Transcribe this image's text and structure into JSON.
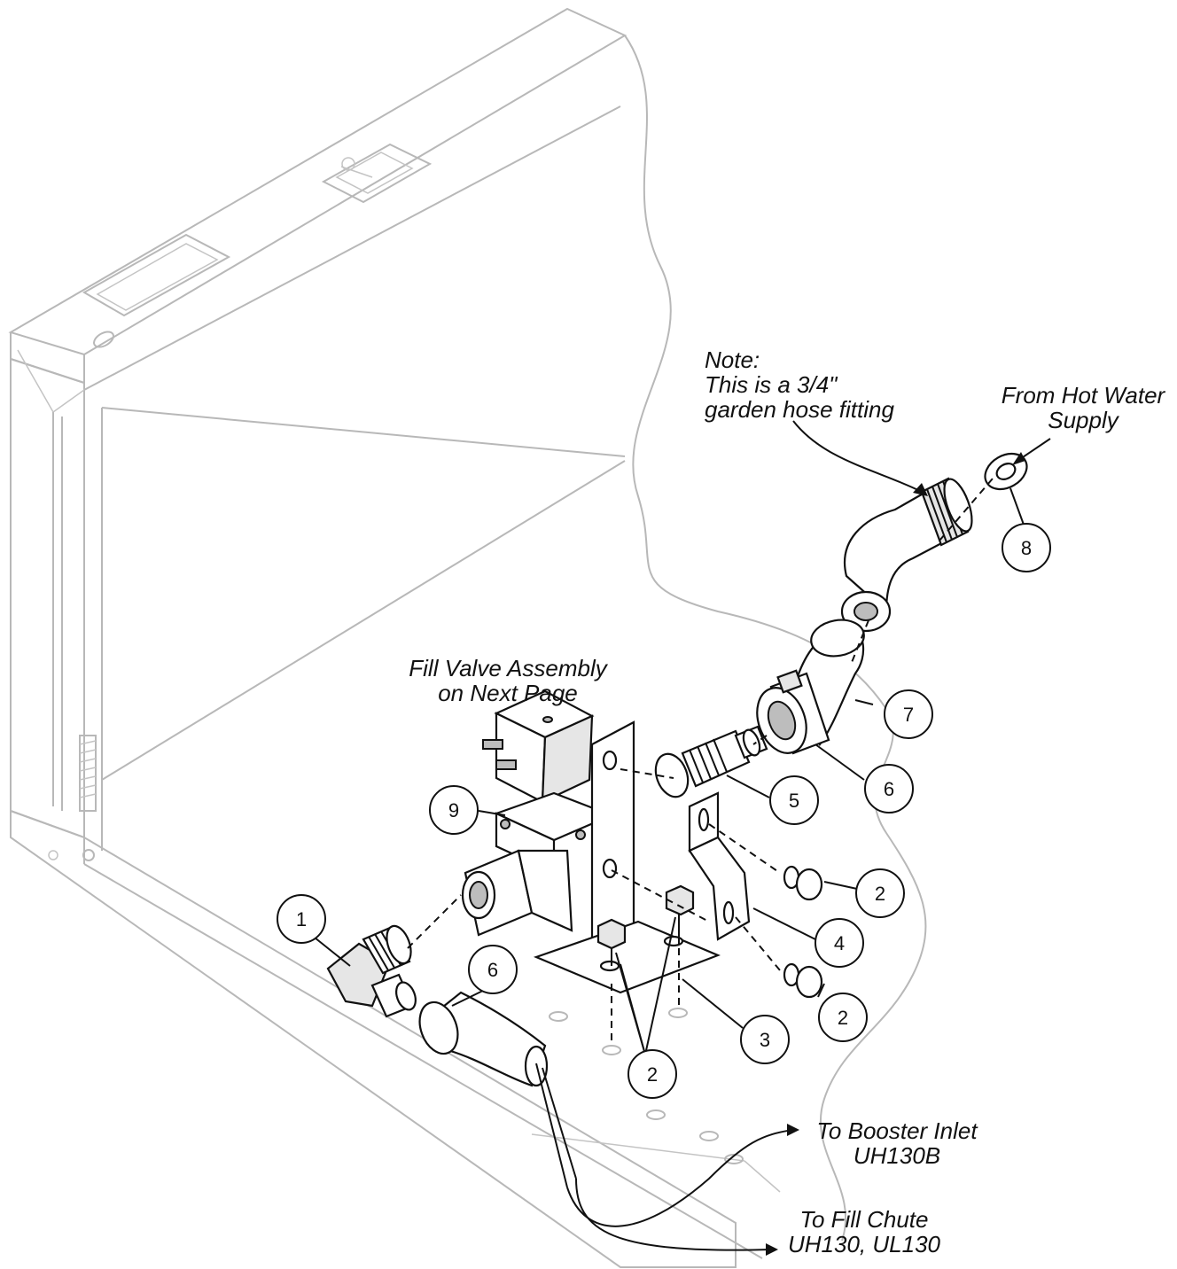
{
  "labels": {
    "note": [
      "Note:",
      "This is a 3/4\"",
      "garden hose fitting"
    ],
    "hot_water": [
      "From Hot Water",
      "Supply"
    ],
    "fill_valve": [
      "Fill Valve Assembly",
      "on Next Page"
    ],
    "booster": [
      "To Booster Inlet",
      "UH130B"
    ],
    "fill_chute": [
      "To Fill Chute",
      "UH130, UL130"
    ]
  },
  "callouts": {
    "c1": "1",
    "c2a": "2",
    "c2b": "2",
    "c2c": "2",
    "c3": "3",
    "c4": "4",
    "c5": "5",
    "c6a": "6",
    "c6b": "6",
    "c7": "7",
    "c8": "8",
    "c9": "9"
  }
}
